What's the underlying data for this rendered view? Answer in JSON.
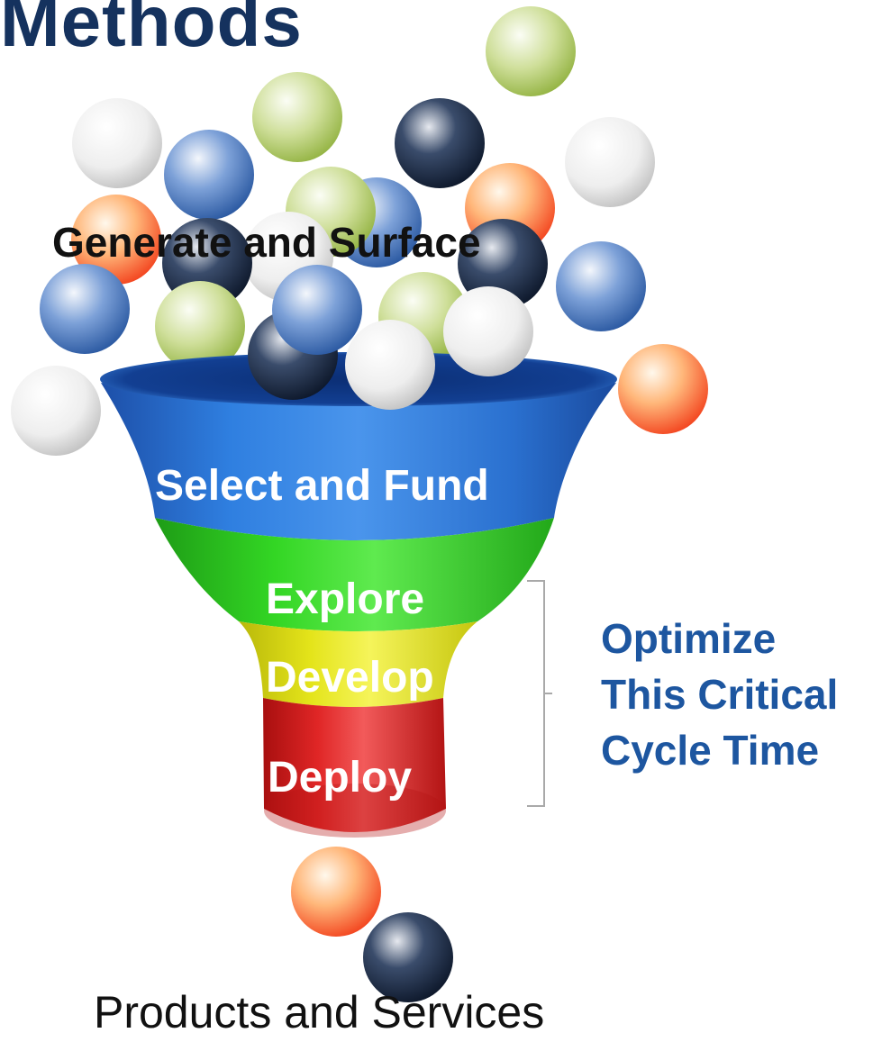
{
  "title": "Methods",
  "funnel": {
    "intake_label": "Generate and Surface",
    "stages": [
      {
        "label": "Select and Fund",
        "color": "#1f6fd6"
      },
      {
        "label": "Explore",
        "color": "#2ed11e"
      },
      {
        "label": "Develop",
        "color": "#dadb10"
      },
      {
        "label": "Deploy",
        "color": "#d21e1e"
      }
    ],
    "output_label": "Products and Services"
  },
  "callout": {
    "lines": [
      "Optimize",
      "This Critical",
      "Cycle Time"
    ],
    "color": "#1d56a0"
  },
  "ball_colors": {
    "white": "#e4e4e4",
    "blue": "#4a78c0",
    "navy": "#0f1e38",
    "green": "#a8c45a",
    "orange": "#ff6a2a"
  }
}
